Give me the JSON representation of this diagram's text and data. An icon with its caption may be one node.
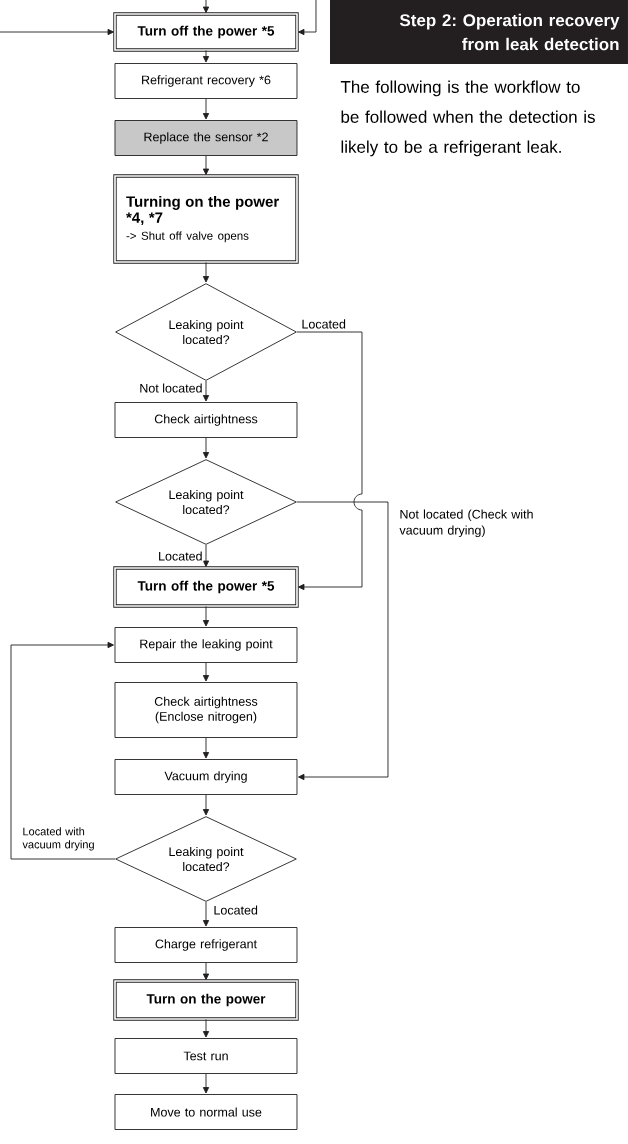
{
  "diagram": {
    "title": "Step 2: Operation recovery from leak detection",
    "nodes": [
      {
        "text": [
          "Turn off the power *5"
        ]
      },
      {
        "text": [
          "Refrigerant recovery *6"
        ]
      },
      {
        "text": [
          "Replace the sensor *2"
        ]
      },
      {
        "text": [
          "Turning on the power *4, *7",
          "-> Shut off valve opens"
        ]
      },
      {
        "text": [
          "Leaking point located?"
        ]
      },
      {
        "text": [
          "Check airtightness"
        ]
      },
      {
        "text": [
          "Leaking point located?"
        ]
      },
      {
        "text": [
          "Turn off the power *5"
        ]
      },
      {
        "text": [
          "Repair the leaking point"
        ]
      },
      {
        "text": [
          "Check airtightness (Enclose nitrogen)"
        ]
      },
      {
        "text": [
          "Vacuum drying"
        ]
      },
      {
        "text": [
          "Leaking point located?"
        ]
      },
      {
        "text": [
          "Charge refrigerant"
        ]
      },
      {
        "text": [
          "Turn on the power"
        ]
      },
      {
        "text": [
          "Test run"
        ]
      },
      {
        "text": [
          "Move to normal use"
        ]
      }
    ],
    "edges": [
      {
        "from": null,
        "to": 0,
        "arrow": "to"
      },
      {
        "from": null,
        "to": 0,
        "arrow": "to"
      },
      {
        "from": null,
        "to": 0,
        "arrow": "to"
      },
      {
        "from": 0,
        "to": 1,
        "arrow": "to"
      },
      {
        "from": 1,
        "to": 2,
        "arrow": "to"
      },
      {
        "from": 2,
        "to": 3,
        "arrow": "to"
      },
      {
        "from": 3,
        "to": 4,
        "arrow": "to"
      },
      {
        "from": 4,
        "to": 7,
        "arrow": "to",
        "label": "Located"
      },
      {
        "from": 4,
        "to": 5,
        "arrow": "to",
        "label": "Not located"
      },
      {
        "from": 5,
        "to": 6,
        "arrow": "to"
      },
      {
        "from": 6,
        "to": 10,
        "arrow": "to",
        "label": "Not located (Check with vacuum drying)"
      },
      {
        "from": 6,
        "to": 7,
        "arrow": "to",
        "label": "Located"
      },
      {
        "from": 7,
        "to": 8,
        "arrow": "to"
      },
      {
        "from": 8,
        "to": 9,
        "arrow": "to"
      },
      {
        "from": 9,
        "to": 10,
        "arrow": "to"
      },
      {
        "from": 10,
        "to": 11,
        "arrow": "to"
      },
      {
        "from": 11,
        "to": 8,
        "arrow": "to",
        "label": "Located with vacuum drying"
      },
      {
        "from": 11,
        "to": 12,
        "arrow": "to",
        "label": "Located"
      },
      {
        "from": 12,
        "to": 13,
        "arrow": "to"
      },
      {
        "from": 13,
        "to": 14,
        "arrow": "to"
      },
      {
        "from": 14,
        "to": 15,
        "arrow": "to"
      }
    ],
    "labels": [
      "The following is the workflow to be followed when the detection is likely to be a refrigerant leak."
    ]
  }
}
